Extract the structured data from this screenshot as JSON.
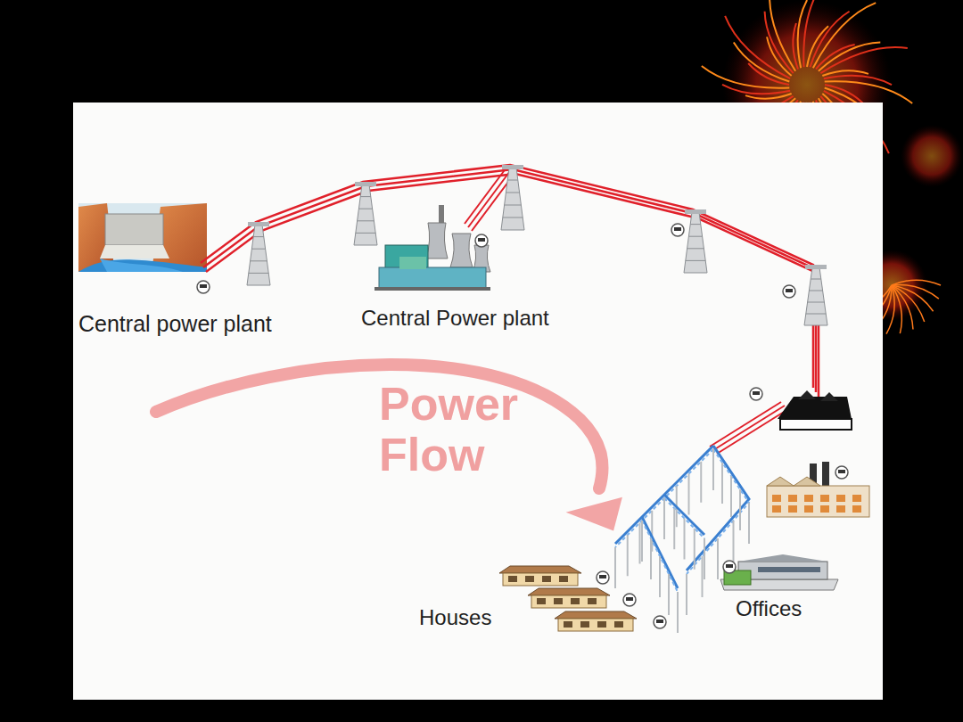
{
  "diagram": {
    "labels": [
      "Central power plant",
      "Central Power plant",
      "Power Flow",
      "Houses",
      "Offices"
    ]
  }
}
